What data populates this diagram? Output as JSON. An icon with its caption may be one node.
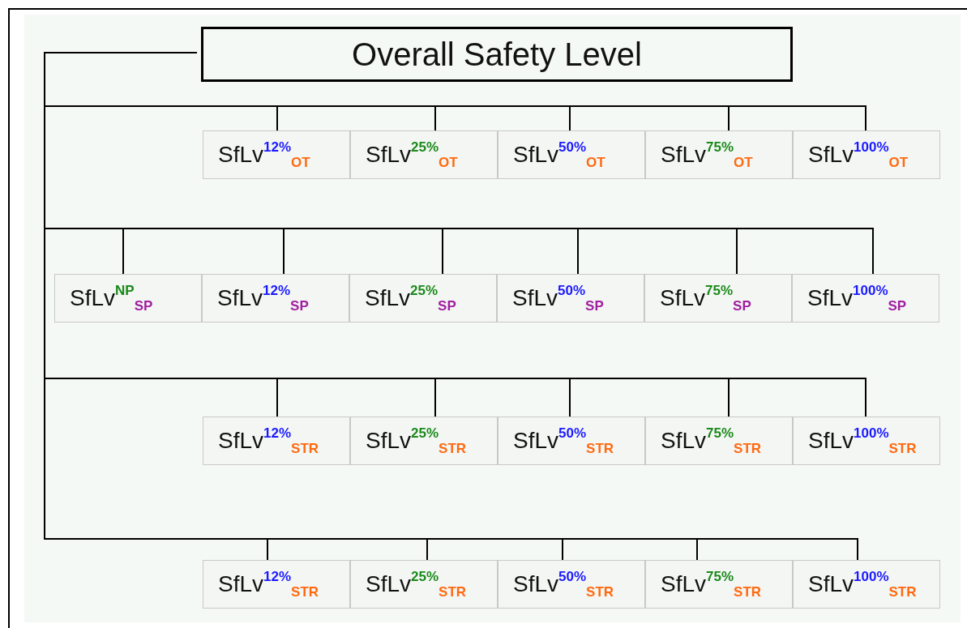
{
  "diagram": {
    "nodes": [
      {
        "text": [
          "Overall Safety Level"
        ]
      },
      {
        "text": [
          "SfLv$^{12%}$$_{OT}$"
        ]
      },
      {
        "text": [
          "SfLv$^{25%}$$_{OT}$"
        ]
      },
      {
        "text": [
          "SfLv$^{50%}$$_{OT}$"
        ]
      },
      {
        "text": [
          "SfLv$^{75%}$$_{OT}$"
        ]
      },
      {
        "text": [
          "SfLv$^{100%}$$_{OT}$"
        ]
      },
      {
        "text": [
          "SfLv$^{NP}$$_{SP}$"
        ]
      },
      {
        "text": [
          "SfLv$^{12%}$$_{SP}$"
        ]
      },
      {
        "text": [
          "SfLv$^{25%}$$_{SP}$"
        ]
      },
      {
        "text": [
          "SfLv$^{50%}$$_{SP}$"
        ]
      },
      {
        "text": [
          "SfLv$^{75%}$$_{SP}$"
        ]
      },
      {
        "text": [
          "SfLv$^{100%}$$_{SP}$"
        ]
      },
      {
        "text": [
          "SfLv$^{12%}$$_{STR}$"
        ]
      },
      {
        "text": [
          "SfLv$^{25%}$$_{STR}$"
        ]
      },
      {
        "text": [
          "SfLv$^{50%}$$_{STR}$"
        ]
      },
      {
        "text": [
          "SfLv$^{75%}$$_{STR}$"
        ]
      },
      {
        "text": [
          "SfLv$^{100%}$$_{STR}$"
        ]
      },
      {
        "text": [
          "SfLv$^{12%}$$_{STR}$"
        ]
      },
      {
        "text": [
          "SfLv$^{25%}$$_{STR}$"
        ]
      },
      {
        "text": [
          "SfLv$^{50%}$$_{STR}$"
        ]
      },
      {
        "text": [
          "SfLv$^{75%}$$_{STR}$"
        ]
      },
      {
        "text": [
          "SfLv$^{100%}$$_{STR}$"
        ]
      }
    ],
    "edges": [
      {
        "from": 0,
        "to": 1,
        "arrow": "none"
      },
      {
        "from": 0,
        "to": 2,
        "arrow": "none"
      },
      {
        "from": 0,
        "to": 3,
        "arrow": "none"
      },
      {
        "from": 0,
        "to": 4,
        "arrow": "none"
      },
      {
        "from": 0,
        "to": 5,
        "arrow": "none"
      },
      {
        "from": 0,
        "to": 6,
        "arrow": "none"
      },
      {
        "from": 0,
        "to": 7,
        "arrow": "none"
      },
      {
        "from": 0,
        "to": 8,
        "arrow": "none"
      },
      {
        "from": 0,
        "to": 9,
        "arrow": "none"
      },
      {
        "from": 0,
        "to": 10,
        "arrow": "none"
      },
      {
        "from": 0,
        "to": 11,
        "arrow": "none"
      },
      {
        "from": 0,
        "to": 12,
        "arrow": "none"
      },
      {
        "from": 0,
        "to": 13,
        "arrow": "none"
      },
      {
        "from": 0,
        "to": 14,
        "arrow": "none"
      },
      {
        "from": 0,
        "to": 15,
        "arrow": "none"
      },
      {
        "from": 0,
        "to": 16,
        "arrow": "none"
      },
      {
        "from": 0,
        "to": 17,
        "arrow": "none"
      },
      {
        "from": 0,
        "to": 18,
        "arrow": "none"
      },
      {
        "from": 0,
        "to": 19,
        "arrow": "none"
      },
      {
        "from": 0,
        "to": 20,
        "arrow": "none"
      },
      {
        "from": 0,
        "to": 21,
        "arrow": "none"
      }
    ]
  }
}
